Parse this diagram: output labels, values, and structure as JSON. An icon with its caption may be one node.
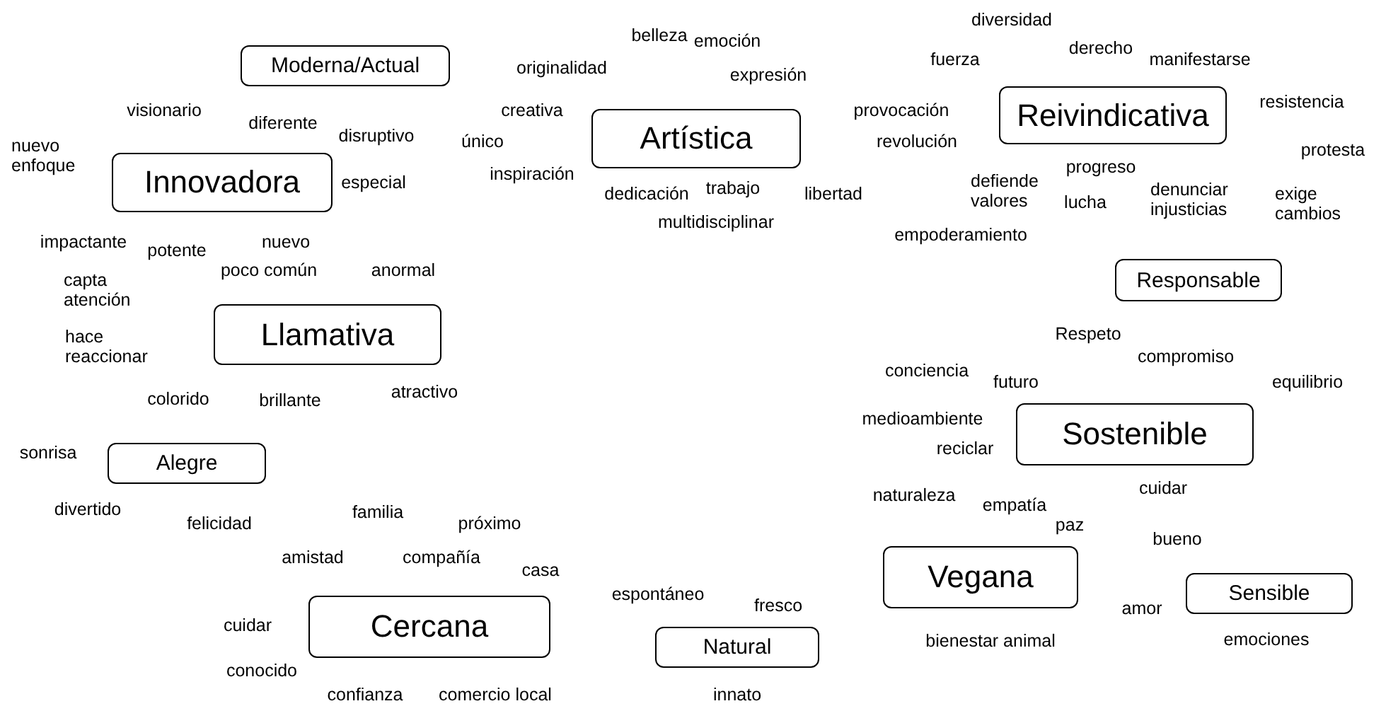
{
  "diagram": {
    "nodes": [
      {
        "text": [
          "Moderna/Actual"
        ]
      },
      {
        "text": [
          "Artística"
        ]
      },
      {
        "text": [
          "Reivindicativa"
        ]
      },
      {
        "text": [
          "Innovadora"
        ]
      },
      {
        "text": [
          "Responsable"
        ]
      },
      {
        "text": [
          "Llamativa"
        ]
      },
      {
        "text": [
          "Sostenible"
        ]
      },
      {
        "text": [
          "Alegre"
        ]
      },
      {
        "text": [
          "Vegana"
        ]
      },
      {
        "text": [
          "Sensible"
        ]
      },
      {
        "text": [
          "Cercana"
        ]
      },
      {
        "text": [
          "Natural"
        ]
      }
    ],
    "labels": [
      "diversidad",
      "belleza",
      "emoción",
      "derecho",
      "fuerza",
      "manifestarse",
      "originalidad",
      "expresión",
      "resistencia",
      "visionario",
      "creativa",
      "provocación",
      "diferente",
      "disruptivo",
      "único",
      "revolución",
      "nuevo enfoque",
      "protesta",
      "progreso",
      "especial",
      "inspiración",
      "dedicación",
      "trabajo",
      "libertad",
      "defiende valores",
      "lucha",
      "denunciar injusticias",
      "exige cambios",
      "multidisciplinar",
      "empoderamiento",
      "impactante",
      "potente",
      "nuevo",
      "poco común",
      "anormal",
      "capta atención",
      "Respeto",
      "hace reaccionar",
      "compromiso",
      "conciencia",
      "futuro",
      "equilibrio",
      "colorido",
      "brillante",
      "atractivo",
      "medioambiente",
      "sonrisa",
      "reciclar",
      "naturaleza",
      "cuidar",
      "divertido",
      "felicidad",
      "familia",
      "próximo",
      "empatía",
      "paz",
      "bueno",
      "amistad",
      "compañía",
      "casa",
      "espontáneo",
      "fresco",
      "amor",
      "cuidar",
      "bienestar animal",
      "emociones",
      "conocido",
      "confianza",
      "comercio local",
      "innato"
    ]
  }
}
